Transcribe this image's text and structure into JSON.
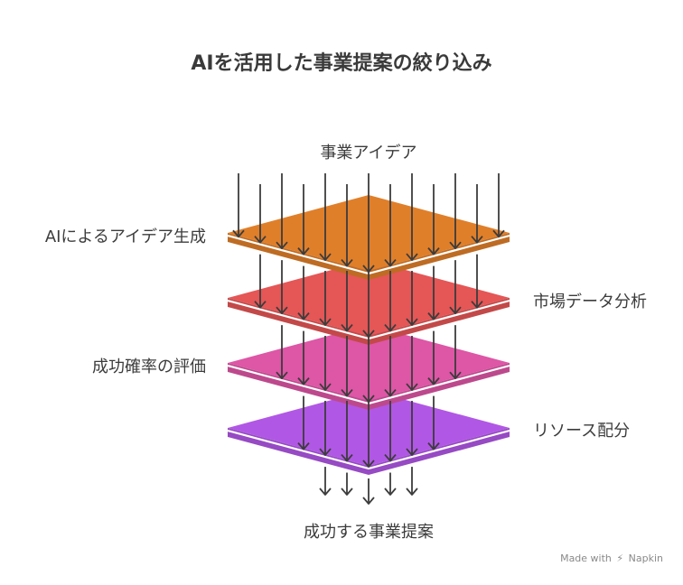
{
  "title": "AIを活用した事業提案の絞り込み",
  "input_label": "事業アイデア",
  "output_label": "成功する事業提案",
  "layers": [
    {
      "label": "AIによるアイデア生成",
      "side": "left",
      "color": "#e07f2a"
    },
    {
      "label": "市場データ分析",
      "side": "right",
      "color": "#e55656"
    },
    {
      "label": "成功確率の評価",
      "side": "left",
      "color": "#de56a6"
    },
    {
      "label": "リソース配分",
      "side": "right",
      "color": "#b157e5"
    }
  ],
  "credit": {
    "made_with": "Made with",
    "brand": "Napkin"
  },
  "arrow_color": "#3c3c3c"
}
